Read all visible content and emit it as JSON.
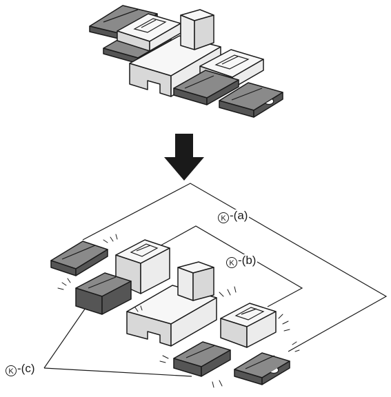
{
  "colors": {
    "light_part": "#ececec",
    "dark_part": "#8a8a8a",
    "outline": "#1a1a1a",
    "arrow": "#1a1a1a",
    "background": "#ffffff"
  },
  "icons": {
    "assembled": "assembled-mechanism-illustration",
    "arrow": "down-arrow-icon",
    "exploded": "exploded-parts-illustration"
  },
  "labels": {
    "a": {
      "symbol": "K",
      "suffix": "-(a)"
    },
    "b": {
      "symbol": "K",
      "suffix": "-(b)"
    },
    "c": {
      "symbol": "K",
      "suffix": "-(c)"
    }
  }
}
